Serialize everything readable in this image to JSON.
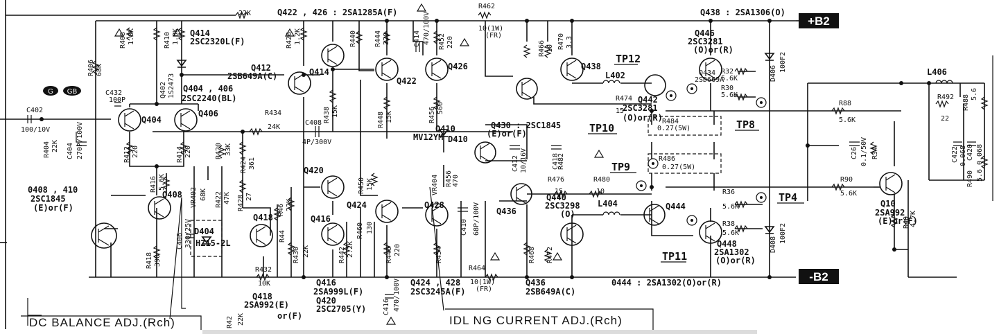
{
  "rails": {
    "pos": "+B2",
    "neg": "-B2"
  },
  "adjust_labels": {
    "dc_balance": "DC BALANCE ADJ.(Rch)",
    "idling": "IDL NG CURRENT ADJ.(Rch)"
  },
  "markers": {
    "g1": "G",
    "g2": "GB"
  },
  "labels": [
    {
      "t": "22K"
    },
    {
      "t": "Q422 , 426 : 2SA1285A(F)"
    },
    {
      "t": "R462"
    },
    {
      "t": "10(1W)"
    },
    {
      "t": "(FR)"
    },
    {
      "t": "Q438 : 2SA1306(O)"
    },
    {
      "t": "Q414"
    },
    {
      "t": "2SC2320L(F)"
    },
    {
      "t": "Q446"
    },
    {
      "t": "2SC3281"
    },
    {
      "t": "(O)or(R)"
    },
    {
      "t": "R406"
    },
    {
      "t": "68K"
    },
    {
      "t": "Q402"
    },
    {
      "t": "1S2473"
    },
    {
      "t": "Q412"
    },
    {
      "t": "2SB649A(C)"
    },
    {
      "t": "Q414"
    },
    {
      "t": "Q422"
    },
    {
      "t": "Q426"
    },
    {
      "t": "Q434"
    },
    {
      "t": "2SD669A"
    },
    {
      "t": "Q438"
    },
    {
      "t": "L402"
    },
    {
      "t": "R32"
    },
    {
      "t": "5.6K"
    },
    {
      "t": "R30"
    },
    {
      "t": "5.6K"
    },
    {
      "t": "L406"
    },
    {
      "t": "C432"
    },
    {
      "t": "100P"
    },
    {
      "t": "Q404 , 406"
    },
    {
      "t": "2SC2240(BL)"
    },
    {
      "t": "R474"
    },
    {
      "t": "15"
    },
    {
      "t": "Q442"
    },
    {
      "t": "2SC3281"
    },
    {
      "t": "(O)or(R)"
    },
    {
      "t": "R88"
    },
    {
      "t": "5.6K"
    },
    {
      "t": "R492"
    },
    {
      "t": "22"
    },
    {
      "t": "C402"
    },
    {
      "t": "100/10V"
    },
    {
      "t": "Q404"
    },
    {
      "t": "Q406"
    },
    {
      "t": "R434"
    },
    {
      "t": "24K"
    },
    {
      "t": "C408"
    },
    {
      "t": "4P/300V"
    },
    {
      "t": "Q430 : 2SC1845"
    },
    {
      "t": "(E)or(F)"
    },
    {
      "t": "Q410"
    },
    {
      "t": "MV12YM"
    },
    {
      "t": "R484"
    },
    {
      "t": "0.27(5W)"
    },
    {
      "t": "R404"
    },
    {
      "t": "22K"
    },
    {
      "t": "C404"
    },
    {
      "t": "270P/100V"
    },
    {
      "t": "R412"
    },
    {
      "t": "220"
    },
    {
      "t": "R414"
    },
    {
      "t": "220"
    },
    {
      "t": "R420"
    },
    {
      "t": "33K"
    },
    {
      "t": "R424"
    },
    {
      "t": "361"
    },
    {
      "t": "C412"
    },
    {
      "t": "10/16V"
    },
    {
      "t": "C418"
    },
    {
      "t": "R482"
    },
    {
      "t": "R486"
    },
    {
      "t": "0.27(5W)"
    },
    {
      "t": "C26"
    },
    {
      "t": "0.1/50V"
    },
    {
      "t": "R34"
    },
    {
      "t": "Q420"
    },
    {
      "t": "R450"
    },
    {
      "t": "15K"
    },
    {
      "t": "VR404"
    },
    {
      "t": "R456"
    },
    {
      "t": "470"
    },
    {
      "t": "R476"
    },
    {
      "t": "15"
    },
    {
      "t": "R480"
    },
    {
      "t": "10"
    },
    {
      "t": "R90"
    },
    {
      "t": "5.6K"
    },
    {
      "t": "0408 , 410"
    },
    {
      "t": "2SC1845"
    },
    {
      "t": "(E)or(F)"
    },
    {
      "t": "Q408"
    },
    {
      "t": "VR402"
    },
    {
      "t": "68K"
    },
    {
      "t": "R428"
    },
    {
      "t": "27"
    },
    {
      "t": "Q424"
    },
    {
      "t": "Q428"
    },
    {
      "t": "Q436"
    },
    {
      "t": "Q440"
    },
    {
      "t": "2SC3298"
    },
    {
      "t": "(O)"
    },
    {
      "t": "L404"
    },
    {
      "t": "Q444"
    },
    {
      "t": "R36"
    },
    {
      "t": "5.6K"
    },
    {
      "t": "Q10"
    },
    {
      "t": "2SA992"
    },
    {
      "t": "(E)or(F)"
    },
    {
      "t": "R40"
    },
    {
      "t": "4.7K"
    },
    {
      "t": "Q418"
    },
    {
      "t": "R46"
    },
    {
      "t": "22K"
    },
    {
      "t": "Q416"
    },
    {
      "t": "R460"
    },
    {
      "t": "130"
    },
    {
      "t": "C410"
    },
    {
      "t": "68P/100V"
    },
    {
      "t": "R38"
    },
    {
      "t": "5.6K"
    },
    {
      "t": "Q448"
    },
    {
      "t": "2SA1302"
    },
    {
      "t": "(O)or(R)"
    },
    {
      "t": "C406"
    },
    {
      "t": "330/25V"
    },
    {
      "t": "D404"
    },
    {
      "t": "HZ15-2L"
    },
    {
      "t": "R44"
    },
    {
      "t": "R430"
    },
    {
      "t": "22K"
    },
    {
      "t": "R442"
    },
    {
      "t": "2.2K"
    },
    {
      "t": "R446"
    },
    {
      "t": "220"
    },
    {
      "t": "R454"
    },
    {
      "t": "R468"
    },
    {
      "t": "R472"
    },
    {
      "t": "R418"
    },
    {
      "t": "390"
    },
    {
      "t": "R432"
    },
    {
      "t": "10K"
    },
    {
      "t": "R464"
    },
    {
      "t": "10(1W)"
    },
    {
      "t": "(FR)"
    },
    {
      "t": "Q416"
    },
    {
      "t": "2SA999L(F)"
    },
    {
      "t": "Q420"
    },
    {
      "t": "2SC2705(Y)"
    },
    {
      "t": "C416"
    },
    {
      "t": "470/100V"
    },
    {
      "t": "Q424 , 428"
    },
    {
      "t": "2SC3245A(F)"
    },
    {
      "t": "Q436"
    },
    {
      "t": "2SB649A(C)"
    },
    {
      "t": "0444 : 2SA1302(O)or(R)"
    },
    {
      "t": "Q418"
    },
    {
      "t": "2SA992(E)"
    },
    {
      "t": "or(F)"
    },
    {
      "t": "R42"
    },
    {
      "t": "22K"
    },
    {
      "t": "R416"
    },
    {
      "t": "5.6K"
    },
    {
      "t": "R408"
    },
    {
      "t": "1.8K"
    },
    {
      "t": "R410"
    },
    {
      "t": "1.8K"
    },
    {
      "t": "R426"
    },
    {
      "t": "1.2K"
    },
    {
      "t": "R440"
    },
    {
      "t": "R444"
    },
    {
      "t": "220"
    },
    {
      "t": "C414"
    },
    {
      "t": "470/100V"
    },
    {
      "t": "R452"
    },
    {
      "t": "220"
    },
    {
      "t": "R466"
    },
    {
      "t": "10"
    },
    {
      "t": "R470"
    },
    {
      "t": "3.3"
    },
    {
      "t": "D406"
    },
    {
      "t": "100F2"
    },
    {
      "t": "D408"
    },
    {
      "t": "100F2"
    },
    {
      "t": "R438"
    },
    {
      "t": "15K"
    },
    {
      "t": "R448"
    },
    {
      "t": "15K"
    },
    {
      "t": "R456"
    },
    {
      "t": "560"
    },
    {
      "t": "D410"
    },
    {
      "t": "R488"
    },
    {
      "t": "5.6"
    },
    {
      "t": "C422"
    },
    {
      "t": "0.068"
    },
    {
      "t": "C420"
    },
    {
      "t": "0.068"
    },
    {
      "t": "R490"
    },
    {
      "t": "5.6"
    },
    {
      "t": "R422"
    },
    {
      "t": "47K"
    }
  ],
  "testpoints": [
    "TP12",
    "TP10",
    "TP8",
    "TP9",
    "TP4",
    "TP11"
  ]
}
